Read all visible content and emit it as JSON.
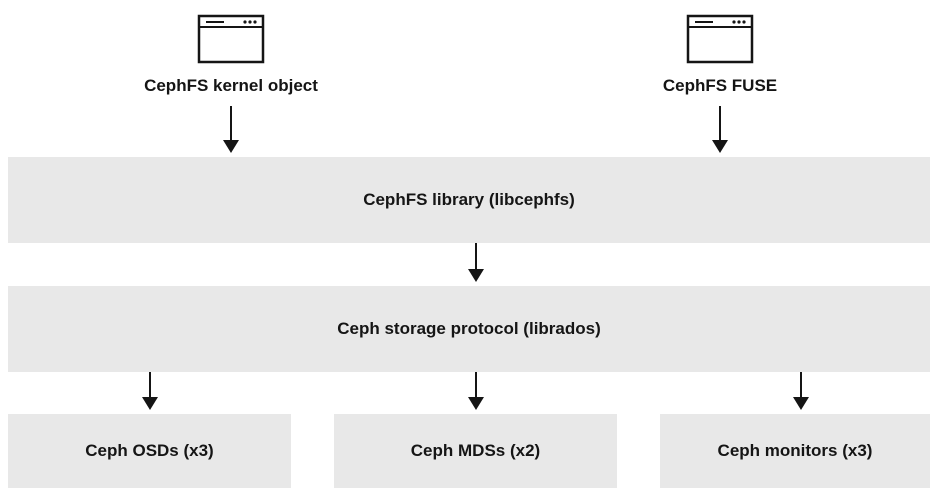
{
  "clients": {
    "kernel": {
      "label": "CephFS kernel object",
      "icon": "application-window-icon"
    },
    "fuse": {
      "label": "CephFS FUSE",
      "icon": "application-window-icon"
    }
  },
  "layers": {
    "library": "CephFS library (libcephfs)",
    "protocol": "Ceph storage protocol (librados)"
  },
  "daemons": {
    "osds": "Ceph OSDs (x3)",
    "mdss": "Ceph MDSs (x2)",
    "monitors": "Ceph monitors (x3)"
  },
  "colors": {
    "box_fill": "#e8e8e8",
    "stroke": "#151515",
    "background": "#ffffff"
  }
}
